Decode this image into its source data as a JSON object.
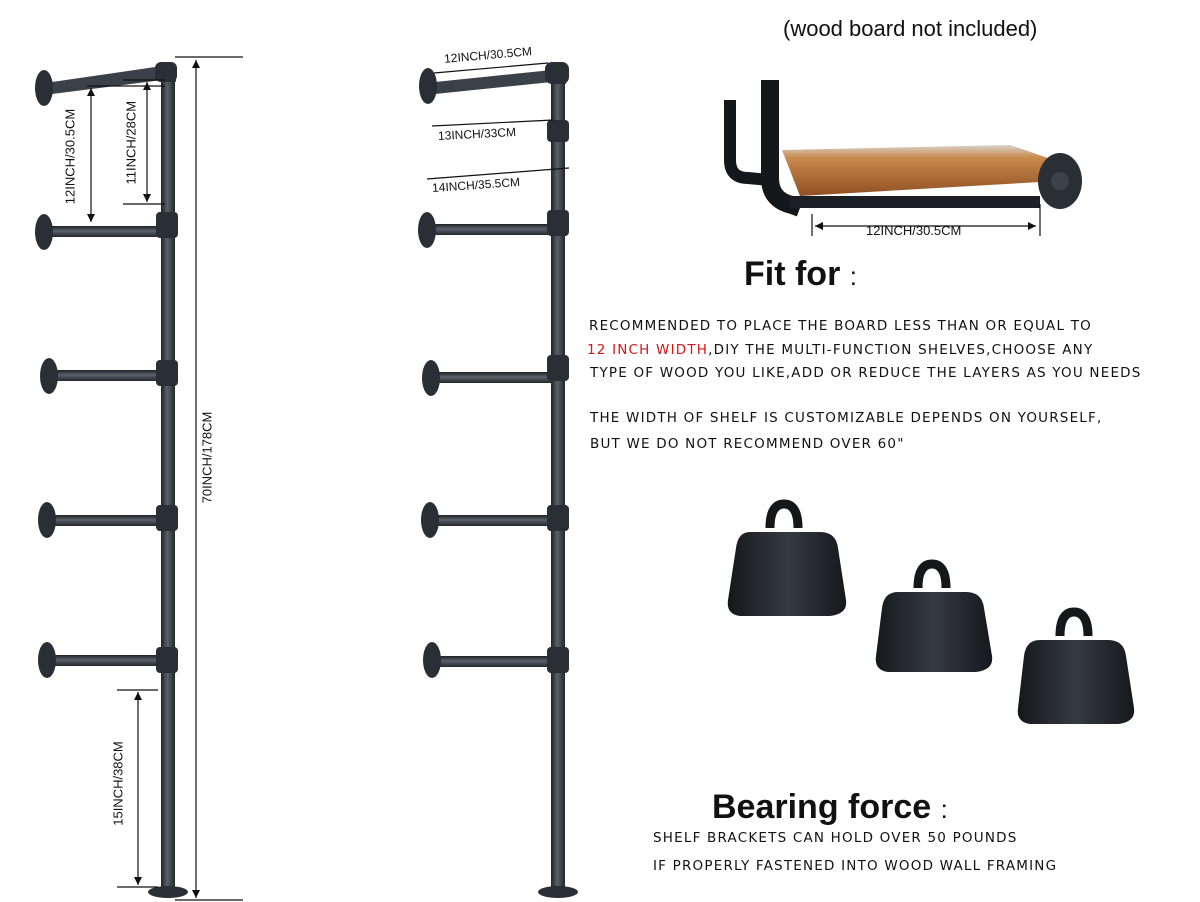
{
  "left_diagram": {
    "dims": {
      "top_gap": "12INCH/30.5CM",
      "inner_gap": "11INCH/28CM",
      "total_height": "70INCH/178CM",
      "bottom_gap": "15INCH/38CM"
    }
  },
  "middle_diagram": {
    "dims": {
      "arm_length": "12INCH/30.5CM",
      "arm_span": "13INCH/33CM",
      "overall_depth": "14INCH/35.5CM"
    }
  },
  "shelf_photo": {
    "note": "(wood board not included)",
    "dim_label": "12INCH/30.5CM"
  },
  "fit_for": {
    "title": "Fit for",
    "colon": ":",
    "line1": "RECOMMENDED TO PLACE THE BOARD LESS THAN OR EQUAL TO",
    "line2_highlight": "12 INCH WIDTH",
    "line2_rest": ",DIY THE MULTI-FUNCTION SHELVES,CHOOSE ANY",
    "line3": "TYPE OF WOOD YOU LIKE,ADD OR REDUCE THE LAYERS AS YOU NEEDS",
    "line4": "THE WIDTH OF SHELF IS CUSTOMIZABLE DEPENDS ON YOURSELF,",
    "line5": "BUT WE DO NOT RECOMMEND OVER 60\""
  },
  "bearing": {
    "title": "Bearing force",
    "colon": ":",
    "line1": "SHELF BRACKETS CAN HOLD OVER 50 POUNDS",
    "line2": "IF PROPERLY FASTENED INTO WOOD WALL FRAMING"
  },
  "colors": {
    "pipe": "#3b4148",
    "pipe_dark": "#23272c",
    "wood": "#b06a34",
    "weight": "#1f2328",
    "accent_red": "#d4161b"
  }
}
